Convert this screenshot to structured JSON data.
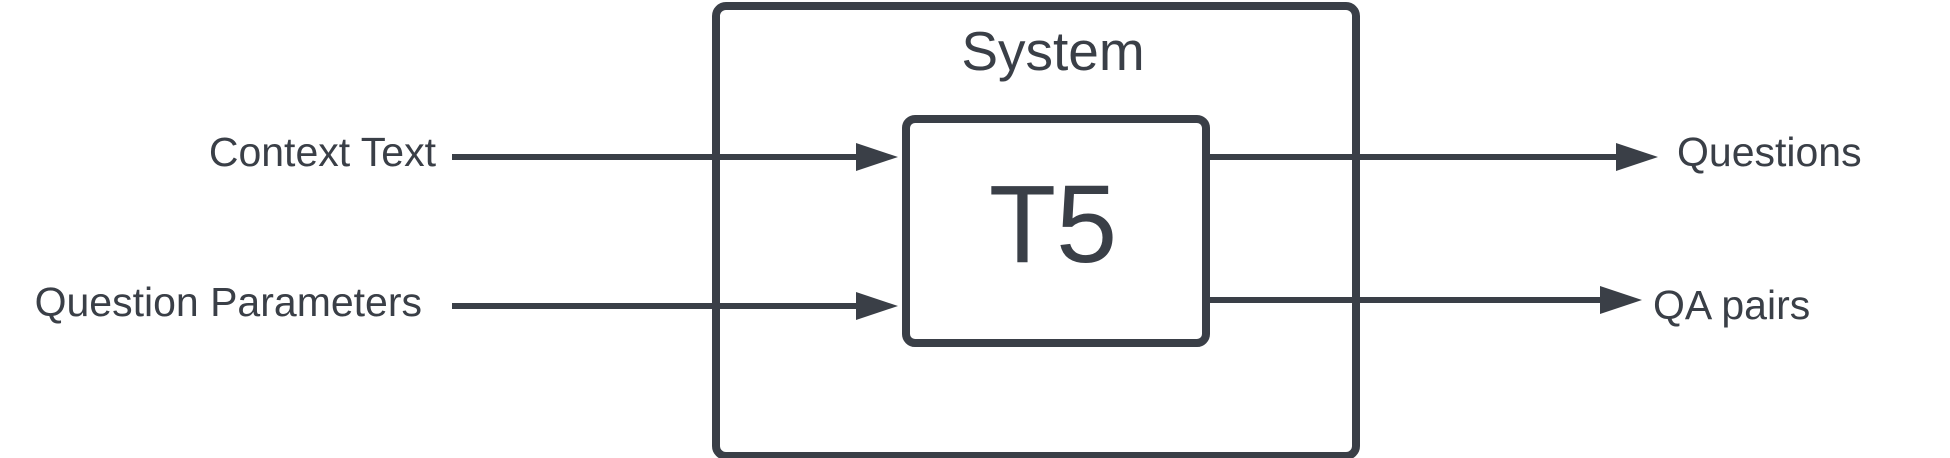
{
  "diagram": {
    "system_title": "System",
    "model_name": "T5",
    "inputs": [
      "Context Text",
      "Question Parameters"
    ],
    "outputs": [
      "Questions",
      "QA pairs"
    ],
    "colors": {
      "stroke": "#3a3f47",
      "text": "#3a3f47",
      "background": "#ffffff"
    }
  }
}
